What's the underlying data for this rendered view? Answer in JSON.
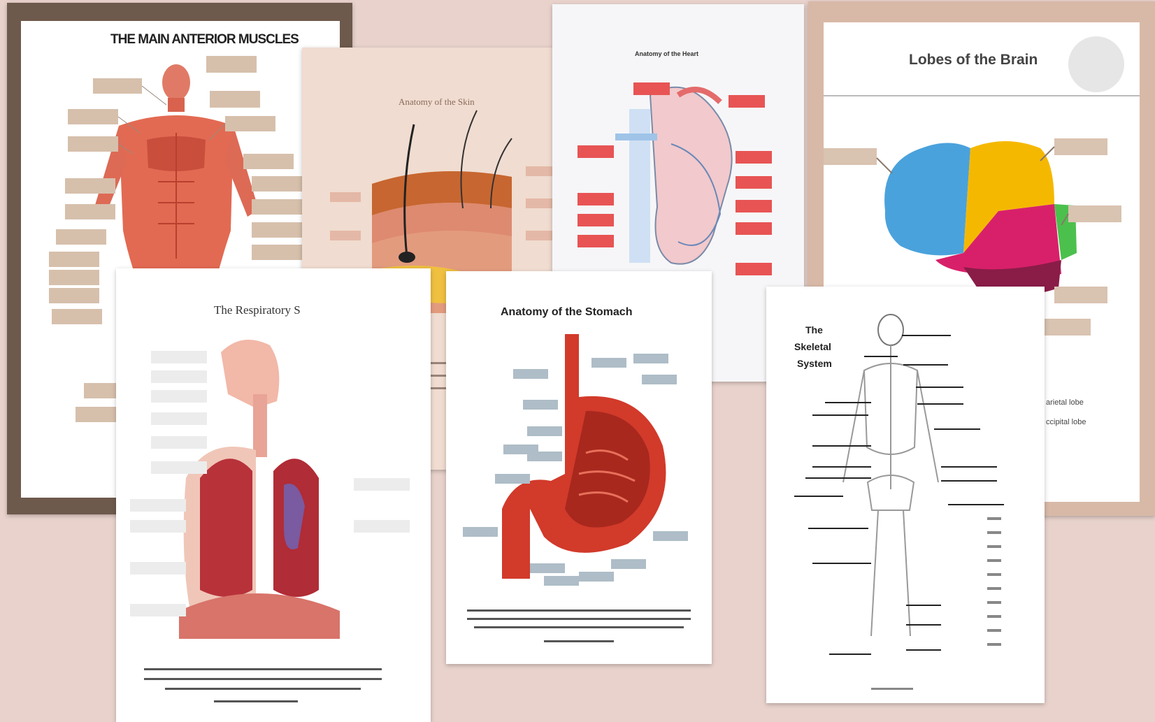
{
  "worksheets": {
    "muscles": {
      "title": "THE MAIN ANTERIOR MUSCLES"
    },
    "skin": {
      "title": "Anatomy of the Skin"
    },
    "heart": {
      "title": "Anatomy of the Heart"
    },
    "brain": {
      "title": "Lobes of the Brain",
      "key_parietal": "arietal lobe",
      "key_occipital": "ccipital lobe"
    },
    "respiratory": {
      "title": "The Respiratory S"
    },
    "stomach": {
      "title": "Anatomy of the Stomach"
    },
    "skeletal": {
      "title_line1": "The",
      "title_line2": "Skeletal",
      "title_line3": "System"
    }
  },
  "colors": {
    "background": "#e9d2cc",
    "muscles_frame": "#6e5a4c",
    "skin_paper": "#f0dcd0",
    "brain_frame": "#d8b9a7",
    "label_box": "#d8c4b2",
    "heart_label": "#e85454",
    "stomach_label": "#aebdc7"
  }
}
